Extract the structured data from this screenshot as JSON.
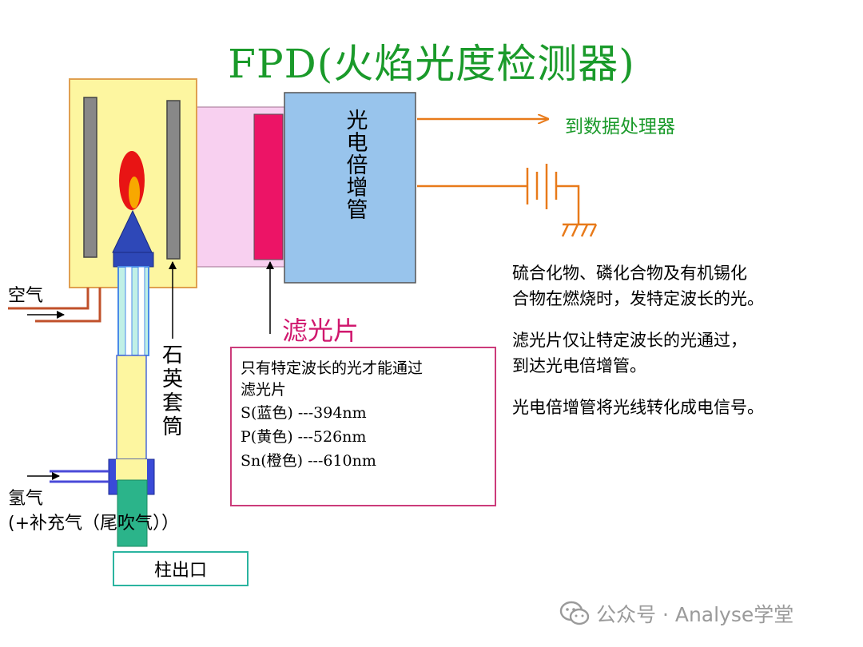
{
  "title": "FPD(火焰光度检测器)",
  "labels": {
    "pmt": "光\n电\n倍\n增\n管",
    "to_data_processor": "到数据处理器",
    "filter": "滤光片",
    "quartz_sleeve": "石\n英\n套\n筒",
    "air": "空气",
    "hydrogen": "氢气",
    "makeup_gas": "(+补充气（尾吹气））",
    "column_outlet": "柱出口"
  },
  "filter_note": {
    "intro": [
      "只有特定波长的光才能通过",
      "滤光片"
    ],
    "wavelengths": [
      "S(蓝色) ---394nm",
      "P(黄色) ---526nm",
      "Sn(橙色) ---610nm"
    ]
  },
  "description": [
    [
      "硫合化物、磷化合物及有机锡化",
      "合物在燃烧时，发特定波长的光。"
    ],
    [
      "滤光片仅让特定波长的光通过，",
      "到达光电倍增管。"
    ],
    [
      "光电倍增管将光线转化成电信号。"
    ]
  ],
  "watermark": "公众号 · Analyse学堂",
  "colors": {
    "title": "#1a9a2a",
    "chamber": "#fdf6a0",
    "pmt": "#98c4ec",
    "filter": "#ec1466",
    "light_path": "#f8d0f0",
    "nozzle": "#2e48b8",
    "column_top": "#2bb48a",
    "signal_line": "#e87a1a",
    "note_border": "#cc3b7a"
  },
  "icons": [
    "arrow-icon",
    "ground-icon",
    "flame-icon",
    "wechat-icon"
  ]
}
